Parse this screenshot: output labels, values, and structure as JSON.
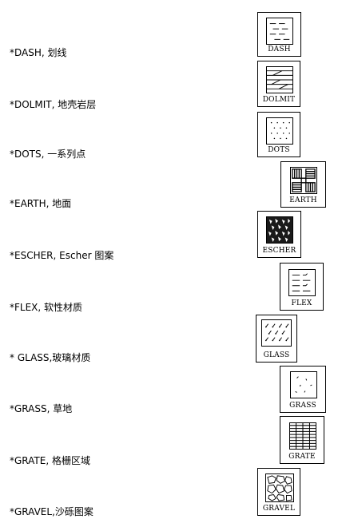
{
  "hatches": [
    {
      "id": "dash",
      "label": "*DASH,  划线",
      "name": "DASH",
      "pattern": "dash-pattern"
    },
    {
      "id": "dolmit",
      "label": "*DOLMIT,  地壳岩层",
      "name": "DOLMIT",
      "pattern": "dolmit-pattern"
    },
    {
      "id": "dots",
      "label": "*DOTS,  一系列点",
      "name": "DOTS",
      "pattern": "dots-pattern"
    },
    {
      "id": "earth",
      "label": "*EARTH,  地面",
      "name": "EARTH",
      "pattern": "earth-pattern"
    },
    {
      "id": "escher",
      "label": "*ESCHER, Escher  图案",
      "name": "ESCHER",
      "pattern": "escher-pattern"
    },
    {
      "id": "flex",
      "label": "*FLEX,  软性材质",
      "name": "FLEX",
      "pattern": "flex-pattern"
    },
    {
      "id": "glass",
      "label": "* GLASS,玻璃材质",
      "name": "GLASS",
      "pattern": "glass-pattern"
    },
    {
      "id": "grass",
      "label": "*GRASS,  草地",
      "name": "GRASS",
      "pattern": "grass-pattern"
    },
    {
      "id": "grate",
      "label": "*GRATE,  格栅区域",
      "name": "GRATE",
      "pattern": "grate-pattern"
    },
    {
      "id": "gravel",
      "label": "*GRAVEL,沙砾图案",
      "name": "GRAVEL",
      "pattern": "gravel-pattern"
    }
  ]
}
